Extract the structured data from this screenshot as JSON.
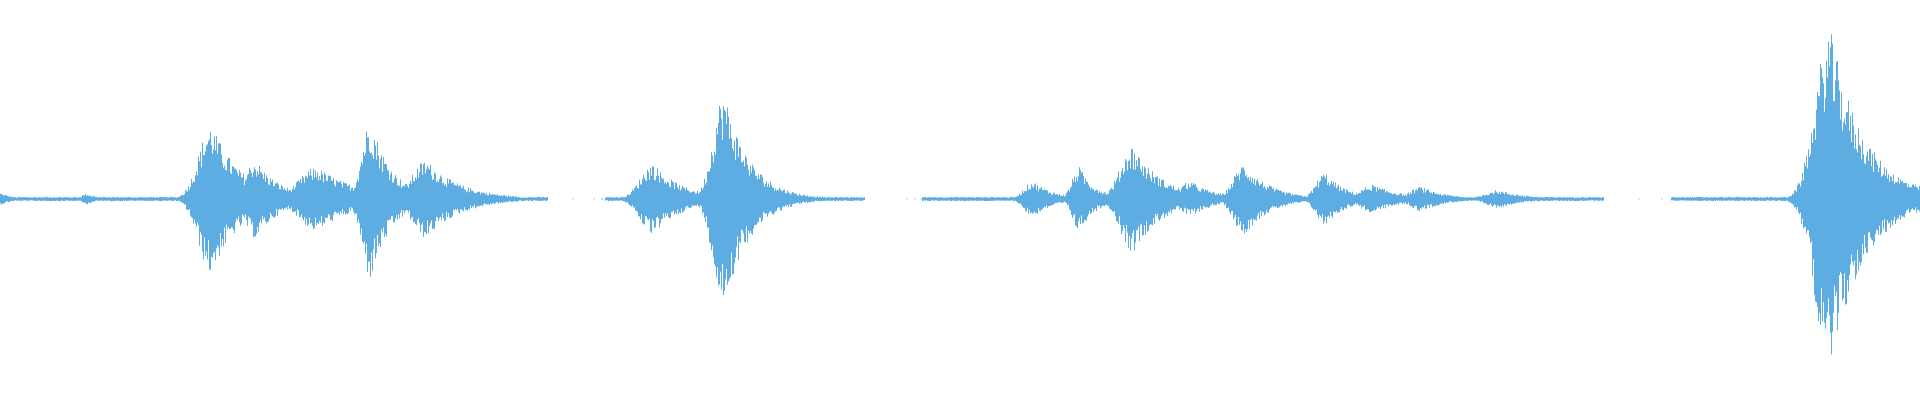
{
  "waveform": {
    "color": "#5dade2",
    "background": "#ffffff",
    "duration_fraction_segments": [
      {
        "start": 0.0,
        "end": 0.285,
        "peak": 0.45,
        "events": [
          {
            "at": 0.0,
            "amp": 0.035,
            "width": 0.006
          },
          {
            "at": 0.045,
            "amp": 0.03,
            "width": 0.006
          },
          {
            "at": 0.11,
            "amp": 0.42,
            "width": 0.014
          },
          {
            "at": 0.133,
            "amp": 0.22,
            "width": 0.012
          },
          {
            "at": 0.165,
            "amp": 0.18,
            "width": 0.02
          },
          {
            "at": 0.193,
            "amp": 0.45,
            "width": 0.01
          },
          {
            "at": 0.222,
            "amp": 0.22,
            "width": 0.016
          }
        ]
      },
      {
        "start": 0.315,
        "end": 0.45,
        "peak": 0.6,
        "events": [
          {
            "at": 0.34,
            "amp": 0.2,
            "width": 0.014
          },
          {
            "at": 0.377,
            "amp": 0.6,
            "width": 0.012
          },
          {
            "at": 0.398,
            "amp": 0.12,
            "width": 0.012
          }
        ]
      },
      {
        "start": 0.48,
        "end": 0.835,
        "peak": 0.3,
        "events": [
          {
            "at": 0.538,
            "amp": 0.1,
            "width": 0.01
          },
          {
            "at": 0.562,
            "amp": 0.18,
            "width": 0.008
          },
          {
            "at": 0.59,
            "amp": 0.3,
            "width": 0.014
          },
          {
            "at": 0.62,
            "amp": 0.1,
            "width": 0.012
          },
          {
            "at": 0.648,
            "amp": 0.2,
            "width": 0.012
          },
          {
            "at": 0.69,
            "amp": 0.15,
            "width": 0.01
          },
          {
            "at": 0.715,
            "amp": 0.08,
            "width": 0.014
          },
          {
            "at": 0.74,
            "amp": 0.07,
            "width": 0.012
          },
          {
            "at": 0.78,
            "amp": 0.05,
            "width": 0.014
          }
        ]
      },
      {
        "start": 0.87,
        "end": 1.0,
        "peak": 0.95,
        "events": [
          {
            "at": 0.953,
            "amp": 0.95,
            "width": 0.016
          },
          {
            "at": 0.975,
            "amp": 0.22,
            "width": 0.02
          }
        ]
      }
    ]
  }
}
